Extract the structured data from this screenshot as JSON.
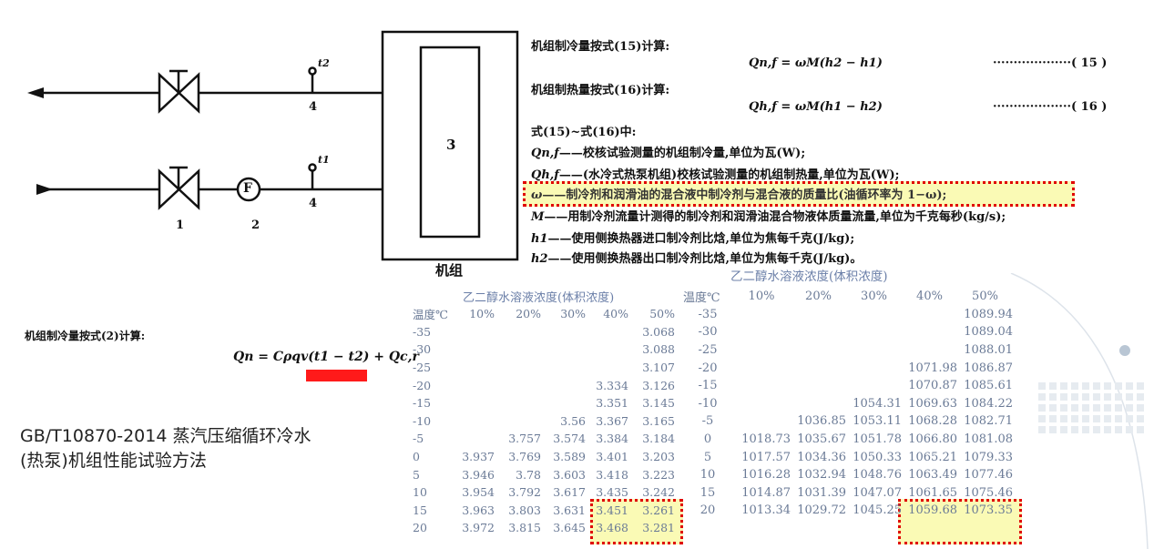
{
  "diagram": {
    "box_label": "3",
    "unit_label": "机组",
    "sensor_top_label": "t2",
    "sensor_bottom_label": "t1",
    "sensor_top_num": "4",
    "sensor_bottom_num": "4",
    "flow_meter": "F",
    "label_1": "1",
    "label_2": "2"
  },
  "formulas": {
    "cool_intro": "机组制冷量按式(15)计算:",
    "cool_eq": "Qn,f = ωM(h2 − h1)",
    "cool_no": "( 15 )",
    "heat_intro": "机组制热量按式(16)计算:",
    "heat_eq": "Qh,f = ωM(h1 − h2)",
    "heat_no": "( 16 )",
    "where": "式(15)~式(16)中:",
    "defs": [
      {
        "sym": "Qn,f",
        "text": "——校核试验测量的机组制冷量,单位为瓦(W);"
      },
      {
        "sym": "Qh,f",
        "text": "——(水冷式热泵机组)校核试验测量的机组制热量,单位为瓦(W);"
      },
      {
        "sym": "ω",
        "text": "——制冷剂和润滑油的混合液中制冷剂与混合液的质量比(油循环率为 1−ω);"
      },
      {
        "sym": "M",
        "text": "——用制冷剂流量计测得的制冷剂和润滑油混合物液体质量流量,单位为千克每秒(kg/s);"
      },
      {
        "sym": "h1",
        "text": "——使用侧换热器进口制冷剂比焓,单位为焦每千克(J/kg);"
      },
      {
        "sym": "h2",
        "text": "——使用侧换热器出口制冷剂比焓,单位为焦每千克(J/kg)。"
      }
    ],
    "cool2_intro": "机组制冷量按式(2)计算:",
    "cool2_eq": "Qn = Cρqv(t1 − t2) + Qc,r"
  },
  "caption": {
    "line1": "GB/T10870-2014  蒸汽压缩循环冷水",
    "line2": "(热泵)机组性能试验方法"
  },
  "table1": {
    "title": "乙二醇水溶液浓度(体积浓度)",
    "headers": [
      "温度℃",
      "10%",
      "20%",
      "30%",
      "40%",
      "50%"
    ],
    "rows": [
      [
        "-35",
        "",
        "",
        "",
        "",
        "3.068"
      ],
      [
        "-30",
        "",
        "",
        "",
        "",
        "3.088"
      ],
      [
        "-25",
        "",
        "",
        "",
        "",
        "3.107"
      ],
      [
        "-20",
        "",
        "",
        "",
        "3.334",
        "3.126"
      ],
      [
        "-15",
        "",
        "",
        "",
        "3.351",
        "3.145"
      ],
      [
        "-10",
        "",
        "",
        "3.56",
        "3.367",
        "3.165"
      ],
      [
        "-5",
        "",
        "3.757",
        "3.574",
        "3.384",
        "3.184"
      ],
      [
        "0",
        "3.937",
        "3.769",
        "3.589",
        "3.401",
        "3.203"
      ],
      [
        "5",
        "3.946",
        "3.78",
        "3.603",
        "3.418",
        "3.223"
      ],
      [
        "10",
        "3.954",
        "3.792",
        "3.617",
        "3.435",
        "3.242"
      ],
      [
        "15",
        "3.963",
        "3.803",
        "3.631",
        "3.451",
        "3.261"
      ],
      [
        "20",
        "3.972",
        "3.815",
        "3.645",
        "3.468",
        "3.281"
      ]
    ]
  },
  "table2": {
    "title": "乙二醇水溶液浓度(体积浓度)",
    "headers": [
      "温度℃",
      "10%",
      "20%",
      "30%",
      "40%",
      "50%"
    ],
    "rows": [
      [
        "-35",
        "",
        "",
        "",
        "",
        "1089.94"
      ],
      [
        "-30",
        "",
        "",
        "",
        "",
        "1089.04"
      ],
      [
        "-25",
        "",
        "",
        "",
        "",
        "1088.01"
      ],
      [
        "-20",
        "",
        "",
        "",
        "1071.98",
        "1086.87"
      ],
      [
        "-15",
        "",
        "",
        "",
        "1070.87",
        "1085.61"
      ],
      [
        "-10",
        "",
        "",
        "1054.31",
        "1069.63",
        "1084.22"
      ],
      [
        "-5",
        "",
        "1036.85",
        "1053.11",
        "1068.28",
        "1082.71"
      ],
      [
        "0",
        "1018.73",
        "1035.67",
        "1051.78",
        "1066.80",
        "1081.08"
      ],
      [
        "5",
        "1017.57",
        "1034.36",
        "1050.33",
        "1065.21",
        "1079.33"
      ],
      [
        "10",
        "1016.28",
        "1032.94",
        "1048.76",
        "1063.49",
        "1077.46"
      ],
      [
        "15",
        "1014.87",
        "1031.39",
        "1047.07",
        "1061.65",
        "1075.46"
      ],
      [
        "20",
        "1013.34",
        "1029.72",
        "1045.25",
        "1059.68",
        "1073.35"
      ]
    ]
  },
  "colors": {
    "highlight_border": "#e00000",
    "highlight_fill": "#f5f578",
    "red_bar": "#ff1a1a",
    "table_text": "#6a7a96"
  }
}
